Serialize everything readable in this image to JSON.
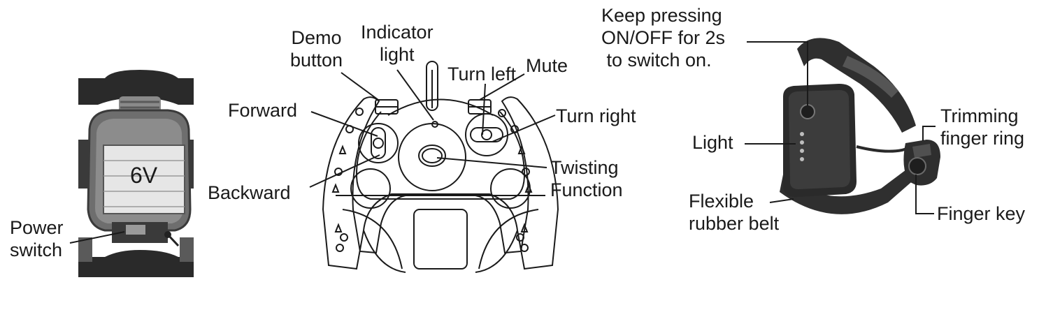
{
  "colors": {
    "ink": "#1a1a1a",
    "photo_dark": "#2a2a2a",
    "photo_mid": "#6e6e6e",
    "photo_light": "#bdbdbd",
    "panel": "#e6e6e6"
  },
  "battery": {
    "voltage": "6V",
    "power_switch": "Power\nswitch"
  },
  "controller": {
    "demo_button": "Demo\nbutton",
    "indicator_light": "Indicator\nlight",
    "turn_left": "Turn left",
    "mute": "Mute",
    "forward": "Forward",
    "turn_right": "Turn right",
    "twisting_function": "Twisting\nFunction",
    "backward": "Backward"
  },
  "watch": {
    "on_off": "Keep pressing\nON/OFF for 2s\n to switch on.",
    "light": "Light",
    "flexible_belt": "Flexible\nrubber belt",
    "trimming_ring": "Trimming\nfinger ring",
    "finger_key": "Finger key"
  }
}
